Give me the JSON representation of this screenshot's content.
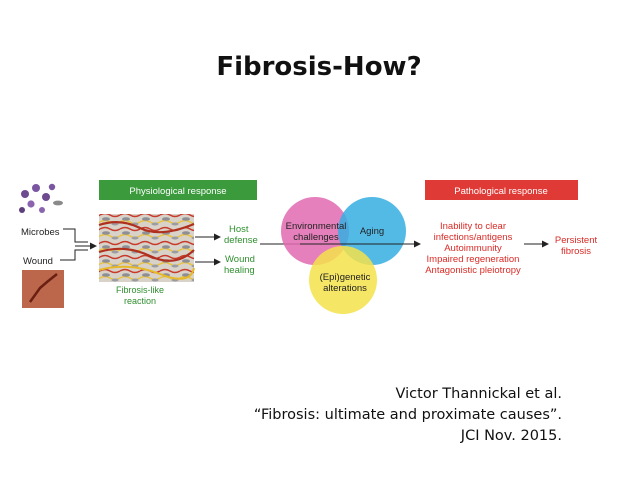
{
  "slide": {
    "title": "Fibrosis-How?"
  },
  "diagram": {
    "inputs": {
      "microbes": "Microbes",
      "wound": "Wound"
    },
    "physiological": {
      "header": "Physiological response",
      "reaction_line1": "Fibrosis-like",
      "reaction_line2": "reaction",
      "outcome1_line1": "Host",
      "outcome1_line2": "defense",
      "outcome2_line1": "Wound",
      "outcome2_line2": "healing"
    },
    "venn": {
      "environmental_line1": "Environmental",
      "environmental_line2": "challenges",
      "aging": "Aging",
      "epigenetic_line1": "(Epi)genetic",
      "epigenetic_line2": "alterations"
    },
    "pathological": {
      "header": "Pathological response",
      "items": [
        "Inability to clear",
        "infections/antigens",
        "Autoimmunity",
        "Impaired regeneration",
        "Antagonistic pleiotropy"
      ],
      "result_line1": "Persistent",
      "result_line2": "fibrosis"
    },
    "colors": {
      "green_header": "#3a9a3c",
      "red_header": "#e03a36",
      "text_red": "#d92b26",
      "text_green": "#2f8f2f",
      "circle_pink": "#e06ab0",
      "circle_blue": "#35aee2",
      "circle_yellow": "#f5e24a"
    }
  },
  "citation": {
    "line1": "Victor Thannickal et al.",
    "line2": "“Fibrosis: ultimate and proximate causes”.",
    "line3": "JCI Nov. 2015."
  }
}
